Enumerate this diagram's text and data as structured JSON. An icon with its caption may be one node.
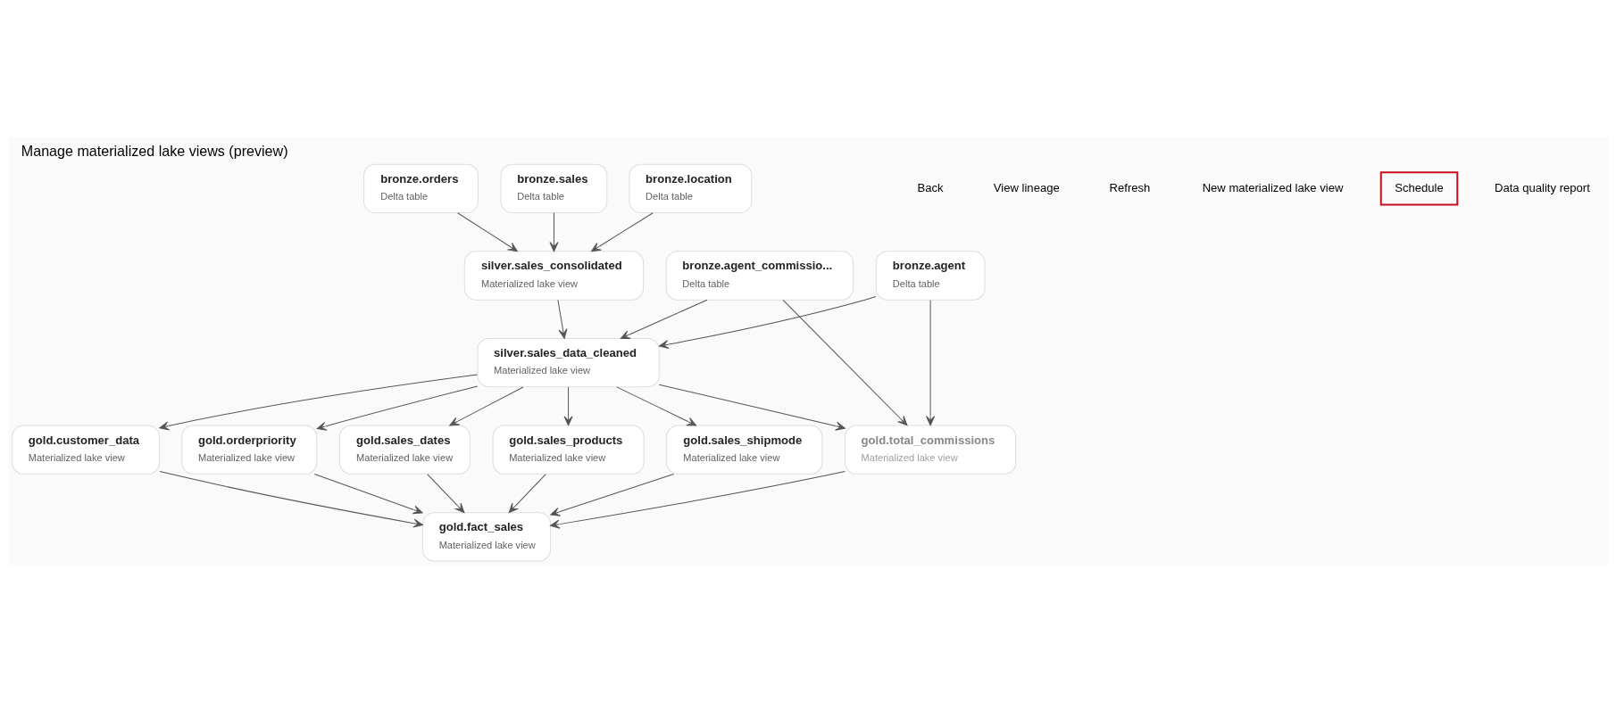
{
  "diagram": {
    "title": "Manage materialized lake views (preview)",
    "nodes": [
      {
        "text": [
          "bronze.agent",
          "Delta table"
        ]
      },
      {
        "text": [
          "bronze.agent_commissio...",
          "Delta table"
        ]
      },
      {
        "text": [
          "bronze.orders",
          "Delta table"
        ]
      },
      {
        "text": [
          "bronze.sales",
          "Delta table"
        ]
      },
      {
        "text": [
          "bronze.location",
          "Delta table"
        ]
      },
      {
        "text": [
          "silver.sales_consolidated",
          "Materialized lake view"
        ]
      },
      {
        "text": [
          "silver.sales_data_cleaned",
          "Materialized lake view"
        ]
      },
      {
        "text": [
          "gold.customer_data",
          "Materialized lake view"
        ]
      },
      {
        "text": [
          "gold.orderpriority",
          "Materialized lake view"
        ]
      },
      {
        "text": [
          "gold.sales_dates",
          "Materialized lake view"
        ]
      },
      {
        "text": [
          "gold.sales_products",
          "Materialized lake view"
        ]
      },
      {
        "text": [
          "gold.sales_shipmode",
          "Materialized lake view"
        ]
      },
      {
        "text": [
          "gold.total_commissions",
          "Materialized lake view"
        ]
      },
      {
        "text": [
          "gold.fact_sales",
          "Materialized lake view"
        ]
      }
    ],
    "edges": [
      {
        "from": 2,
        "to": 5,
        "arrow": "to"
      },
      {
        "from": 3,
        "to": 5,
        "arrow": "to"
      },
      {
        "from": 4,
        "to": 5,
        "arrow": "to"
      },
      {
        "from": 5,
        "to": 6,
        "arrow": "to"
      },
      {
        "from": 0,
        "to": 6,
        "arrow": "to"
      },
      {
        "from": 1,
        "to": 6,
        "arrow": "to"
      },
      {
        "from": 0,
        "to": 12,
        "arrow": "to"
      },
      {
        "from": 1,
        "to": 12,
        "arrow": "to"
      },
      {
        "from": 6,
        "to": 7,
        "arrow": "to"
      },
      {
        "from": 6,
        "to": 8,
        "arrow": "to"
      },
      {
        "from": 6,
        "to": 9,
        "arrow": "to"
      },
      {
        "from": 6,
        "to": 10,
        "arrow": "to"
      },
      {
        "from": 6,
        "to": 11,
        "arrow": "to"
      },
      {
        "from": 6,
        "to": 12,
        "arrow": "to"
      },
      {
        "from": 7,
        "to": 13,
        "arrow": "to"
      },
      {
        "from": 8,
        "to": 13,
        "arrow": "to"
      },
      {
        "from": 9,
        "to": 13,
        "arrow": "to"
      },
      {
        "from": 10,
        "to": 13,
        "arrow": "to"
      },
      {
        "from": 11,
        "to": 13,
        "arrow": "to"
      },
      {
        "from": 12,
        "to": 13,
        "arrow": "to"
      }
    ],
    "labels": [
      "Back",
      "View lineage",
      "Refresh",
      "New materialized lake view",
      "Schedule",
      "Data quality report"
    ]
  }
}
